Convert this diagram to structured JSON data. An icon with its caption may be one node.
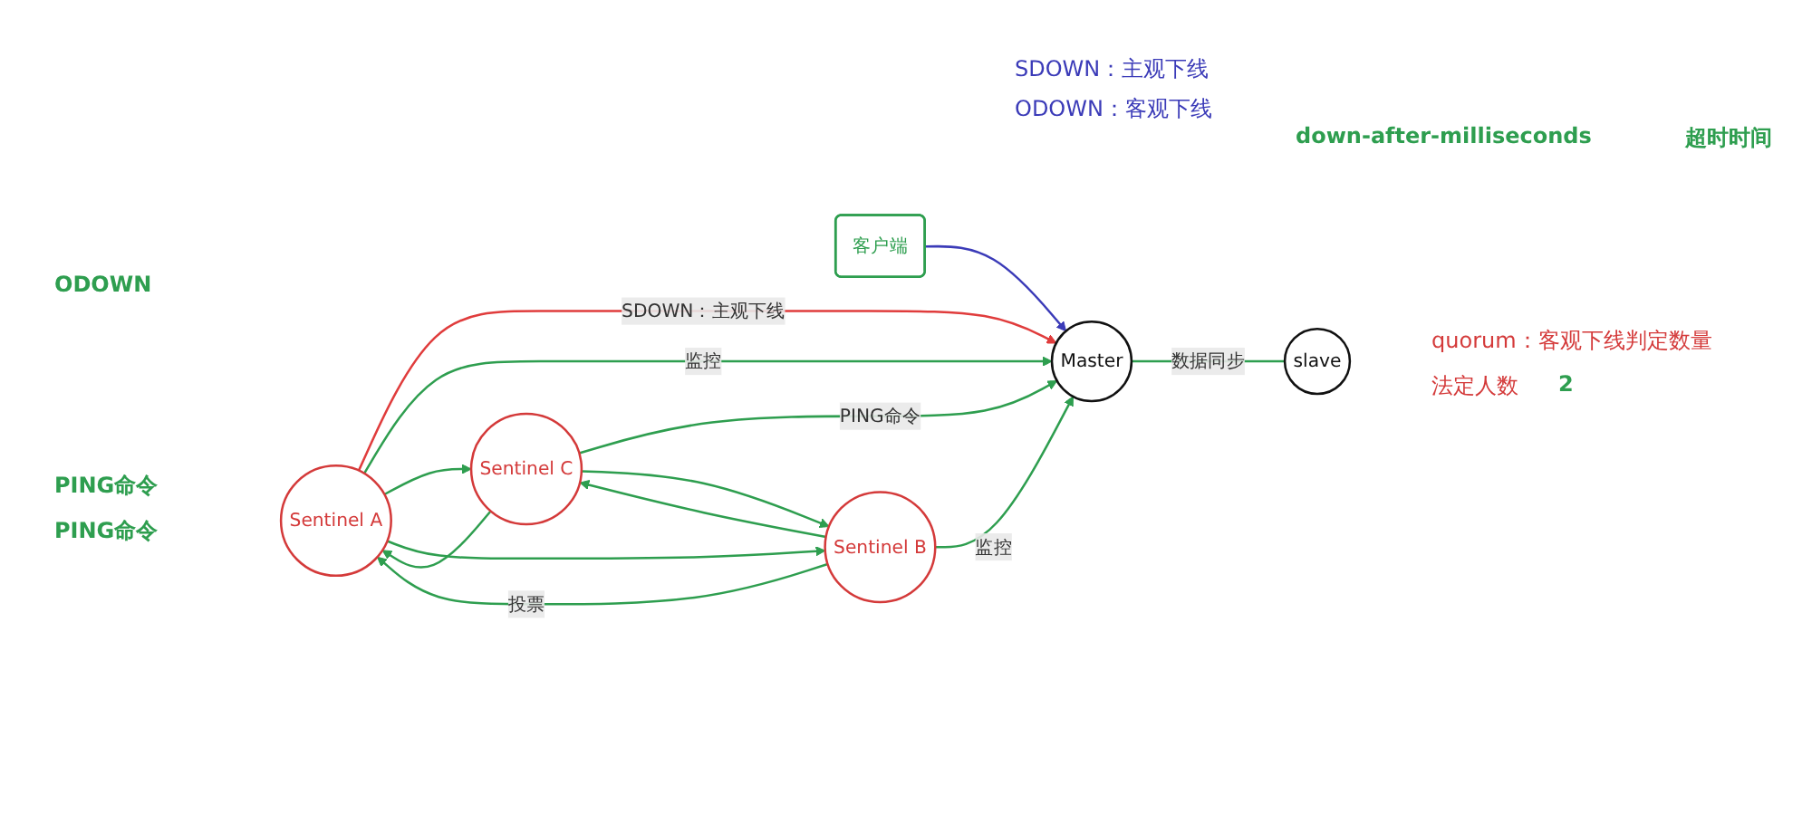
{
  "diagram": {
    "nodes": [
      {
        "text": [
          "客户端"
        ]
      },
      {
        "text": [
          "Master"
        ]
      },
      {
        "text": [
          "Sentinel A"
        ]
      },
      {
        "text": [
          "Sentinel C"
        ]
      },
      {
        "text": [
          "slave"
        ]
      },
      {
        "text": [
          "Sentinel B"
        ]
      }
    ],
    "edges": [
      {
        "from": 0,
        "to": 1,
        "arrow": "to",
        "color": "#3b3bb8"
      },
      {
        "from": 3,
        "to": 1,
        "arrow": "to",
        "label": "PING命令"
      },
      {
        "from": 2,
        "to": 1,
        "arrow": "to",
        "label": "SDOWN：主观下线",
        "color": "#e03c3c"
      },
      {
        "from": 2,
        "to": 1,
        "arrow": "to",
        "label": "监控"
      },
      {
        "from": 2,
        "to": 3,
        "arrow": "to"
      },
      {
        "from": 3,
        "to": 2,
        "arrow": "to"
      },
      {
        "from": 2,
        "to": 5,
        "arrow": "to"
      },
      {
        "from": 5,
        "to": 2,
        "arrow": "to",
        "label": "投票"
      },
      {
        "from": 1,
        "to": 4,
        "arrow": "none",
        "label": "数据同步"
      },
      {
        "from": 5,
        "to": 1,
        "arrow": "to",
        "label": "监控"
      },
      {
        "from": 3,
        "to": 5,
        "arrow": "to"
      },
      {
        "from": 5,
        "to": 3,
        "arrow": "to"
      }
    ],
    "labels": [
      "SDOWN：主观下线",
      "ODOWN：客观下线",
      "down-after-milliseconds",
      "超时时间",
      "ODOWN",
      "PING命令",
      "PING命令",
      "quorum：客观下线判定数量",
      "法定人数",
      "2"
    ]
  }
}
